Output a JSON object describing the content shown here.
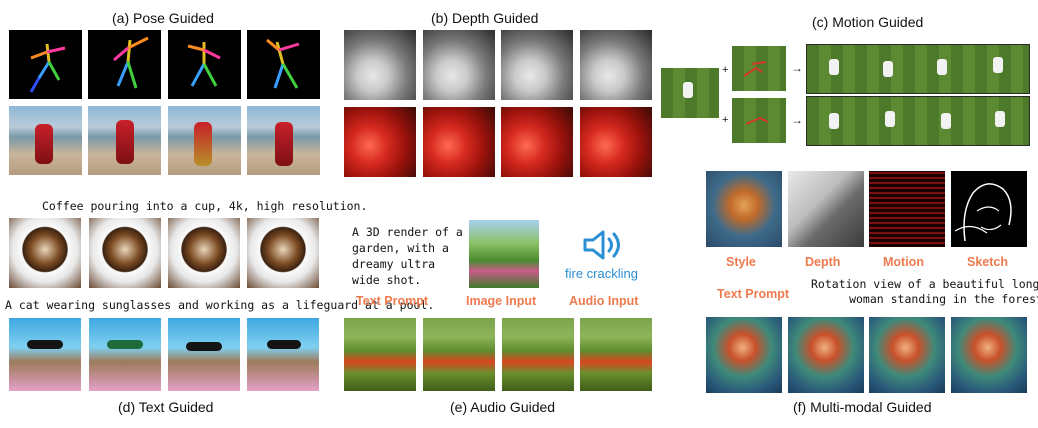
{
  "captions": {
    "pose": "(a) Pose Guided",
    "depth": "(b) Depth  Guided",
    "motion": "(c) Motion Guided",
    "text": "(d) Text Guided",
    "audio": "(e) Audio Guided",
    "multimodal": "(f) Multi-modal Guided"
  },
  "text_guided": {
    "prompt1": "Coffee pouring into a cup, 4k, high resolution.",
    "prompt2": "A cat wearing sunglasses and working as a lifeguard at a pool."
  },
  "audio_guided": {
    "prompt_lines": [
      "A 3D render of a",
      "garden, with a",
      "dreamy ultra",
      "wide shot."
    ],
    "sound_label": "fire crackling",
    "labels": {
      "text": "Text Prompt",
      "image": "Image Input",
      "audio": "Audio Input"
    }
  },
  "multimodal_guided": {
    "labels": {
      "style": "Style",
      "depth": "Depth",
      "motion": "Motion",
      "sketch": "Sketch",
      "text": "Text Prompt"
    },
    "prompt_lines": [
      "Rotation view of a beautiful long haired",
      "woman  standing in the forest."
    ]
  },
  "motion_guided": {
    "plus": "+",
    "arrow": "→"
  },
  "colors": {
    "label_orange": "#ee7a4f",
    "audio_blue": "#2b8fd6"
  }
}
